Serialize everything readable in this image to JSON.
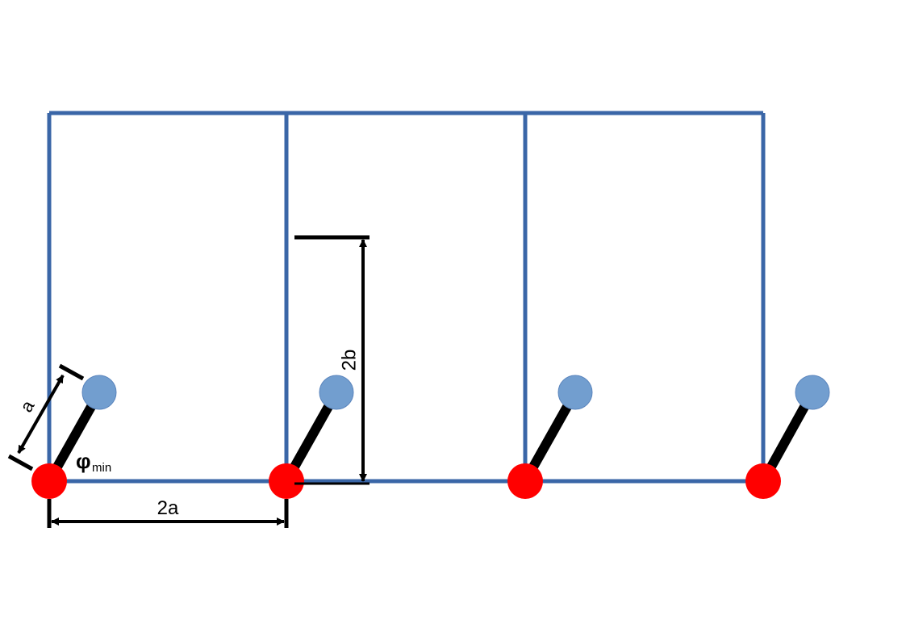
{
  "labels": {
    "a": "a",
    "phi": "φ",
    "phi_subscript": "min",
    "two_a": "2a",
    "two_b": "2b"
  },
  "colors": {
    "frame": "#3a66a7",
    "pivot": "#ff0000",
    "bob": "#729ecf",
    "rod": "#000000",
    "dimension": "#000000"
  }
}
